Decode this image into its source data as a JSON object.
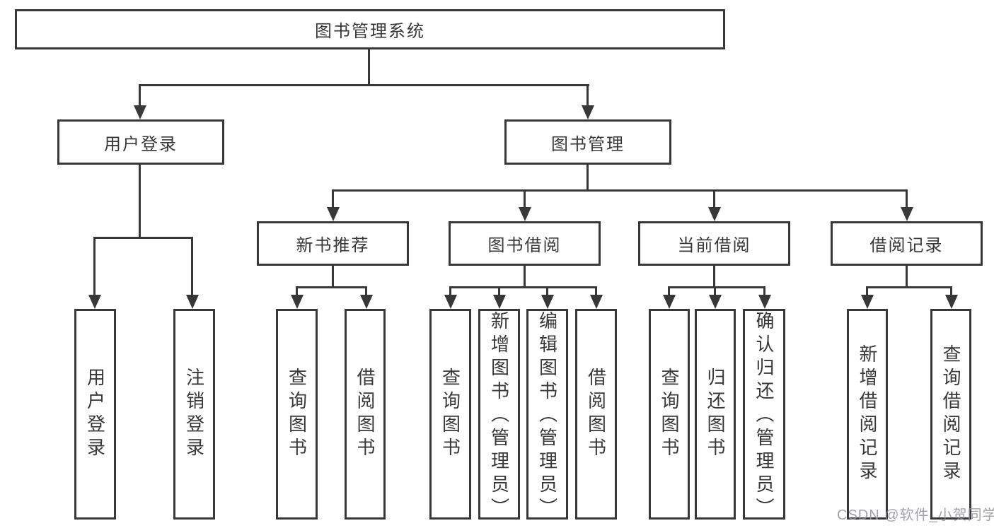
{
  "nodes": {
    "root": "图书管理系统",
    "level2": [
      "用户登录",
      "图书管理"
    ],
    "level3": [
      "新书推荐",
      "图书借阅",
      "当前借阅",
      "借阅记录"
    ],
    "leaves_user_login": [
      "用户登录",
      "注销登录"
    ],
    "leaves_new_book": [
      "查询图书",
      "借阅图书"
    ],
    "leaves_book_borrow": [
      "查询图书",
      "新增图书（管理员）",
      "编辑图书（管理员）",
      "借阅图书"
    ],
    "leaves_current_borrow": [
      "查询图书",
      "归还图书",
      "确认归还（管理员）"
    ],
    "leaves_borrow_record": [
      "新增借阅记录",
      "查询借阅记录"
    ]
  },
  "watermark": "CSDN @软件_小贺同学",
  "colors": {
    "line": "#383838",
    "box_border": "#383838",
    "box_background": "#ffffff",
    "text": "#383838",
    "watermark": "#9292a0"
  }
}
